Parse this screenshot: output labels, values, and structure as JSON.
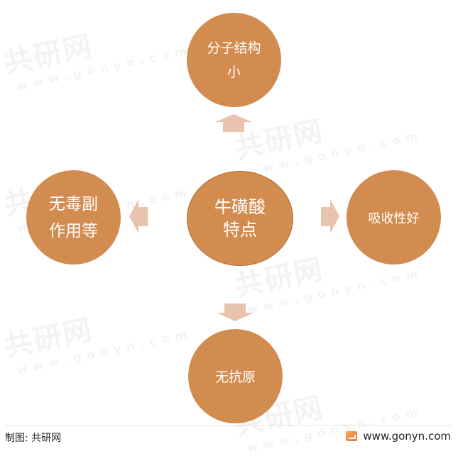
{
  "diagram": {
    "center": {
      "lines": [
        "牛磺酸",
        "特点"
      ]
    },
    "top": {
      "lines": [
        "分子结构",
        "小"
      ]
    },
    "left": {
      "lines": [
        "无毒副",
        "作用等"
      ]
    },
    "right": {
      "lines": [
        "吸收性好"
      ]
    },
    "bottom": {
      "lines": [
        "无抗原"
      ]
    },
    "colors": {
      "node_fill": "#d38c4f",
      "center_border": "#b06b33",
      "arrow_fill": "#e8c3ae",
      "text": "#ffffff"
    }
  },
  "watermark": {
    "brand": "共研网",
    "url": "www.gonyn.com"
  },
  "footer": {
    "source_label": "制图: 共研网",
    "website": "www.gonyn.com",
    "logo_icon": "gonyn-logo-icon"
  }
}
